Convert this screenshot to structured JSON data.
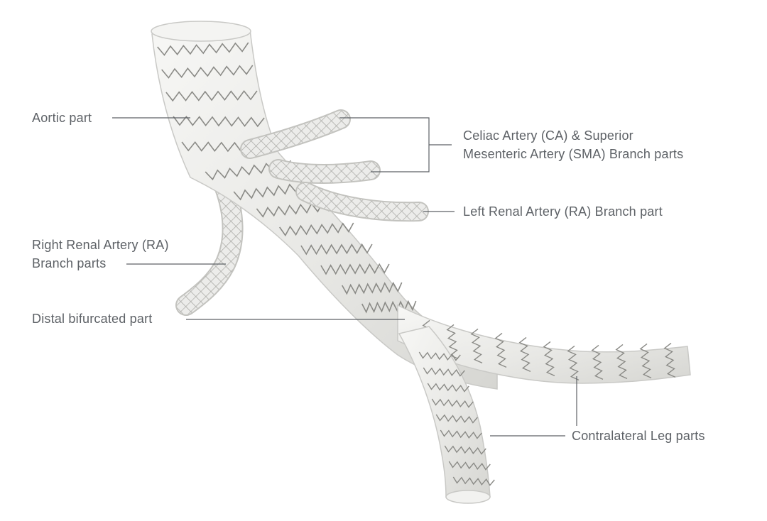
{
  "labels": {
    "aortic": "Aortic part",
    "celiac_line1": "Celiac Artery (CA) & Superior",
    "celiac_line2": "Mesenteric Artery (SMA) Branch parts",
    "left_renal": "Left Renal Artery (RA) Branch part",
    "right_renal_line1": "Right Renal Artery (RA)",
    "right_renal_line2": "Branch parts",
    "distal": "Distal bifurcated part",
    "contralateral": "Contralateral Leg parts"
  },
  "colors": {
    "graft_fabric": "#eeeeec",
    "graft_shadow": "#c9c9c6",
    "stent_wire": "#8a8a86",
    "leader_line": "#5d6166",
    "label_text": "#5d6166"
  }
}
